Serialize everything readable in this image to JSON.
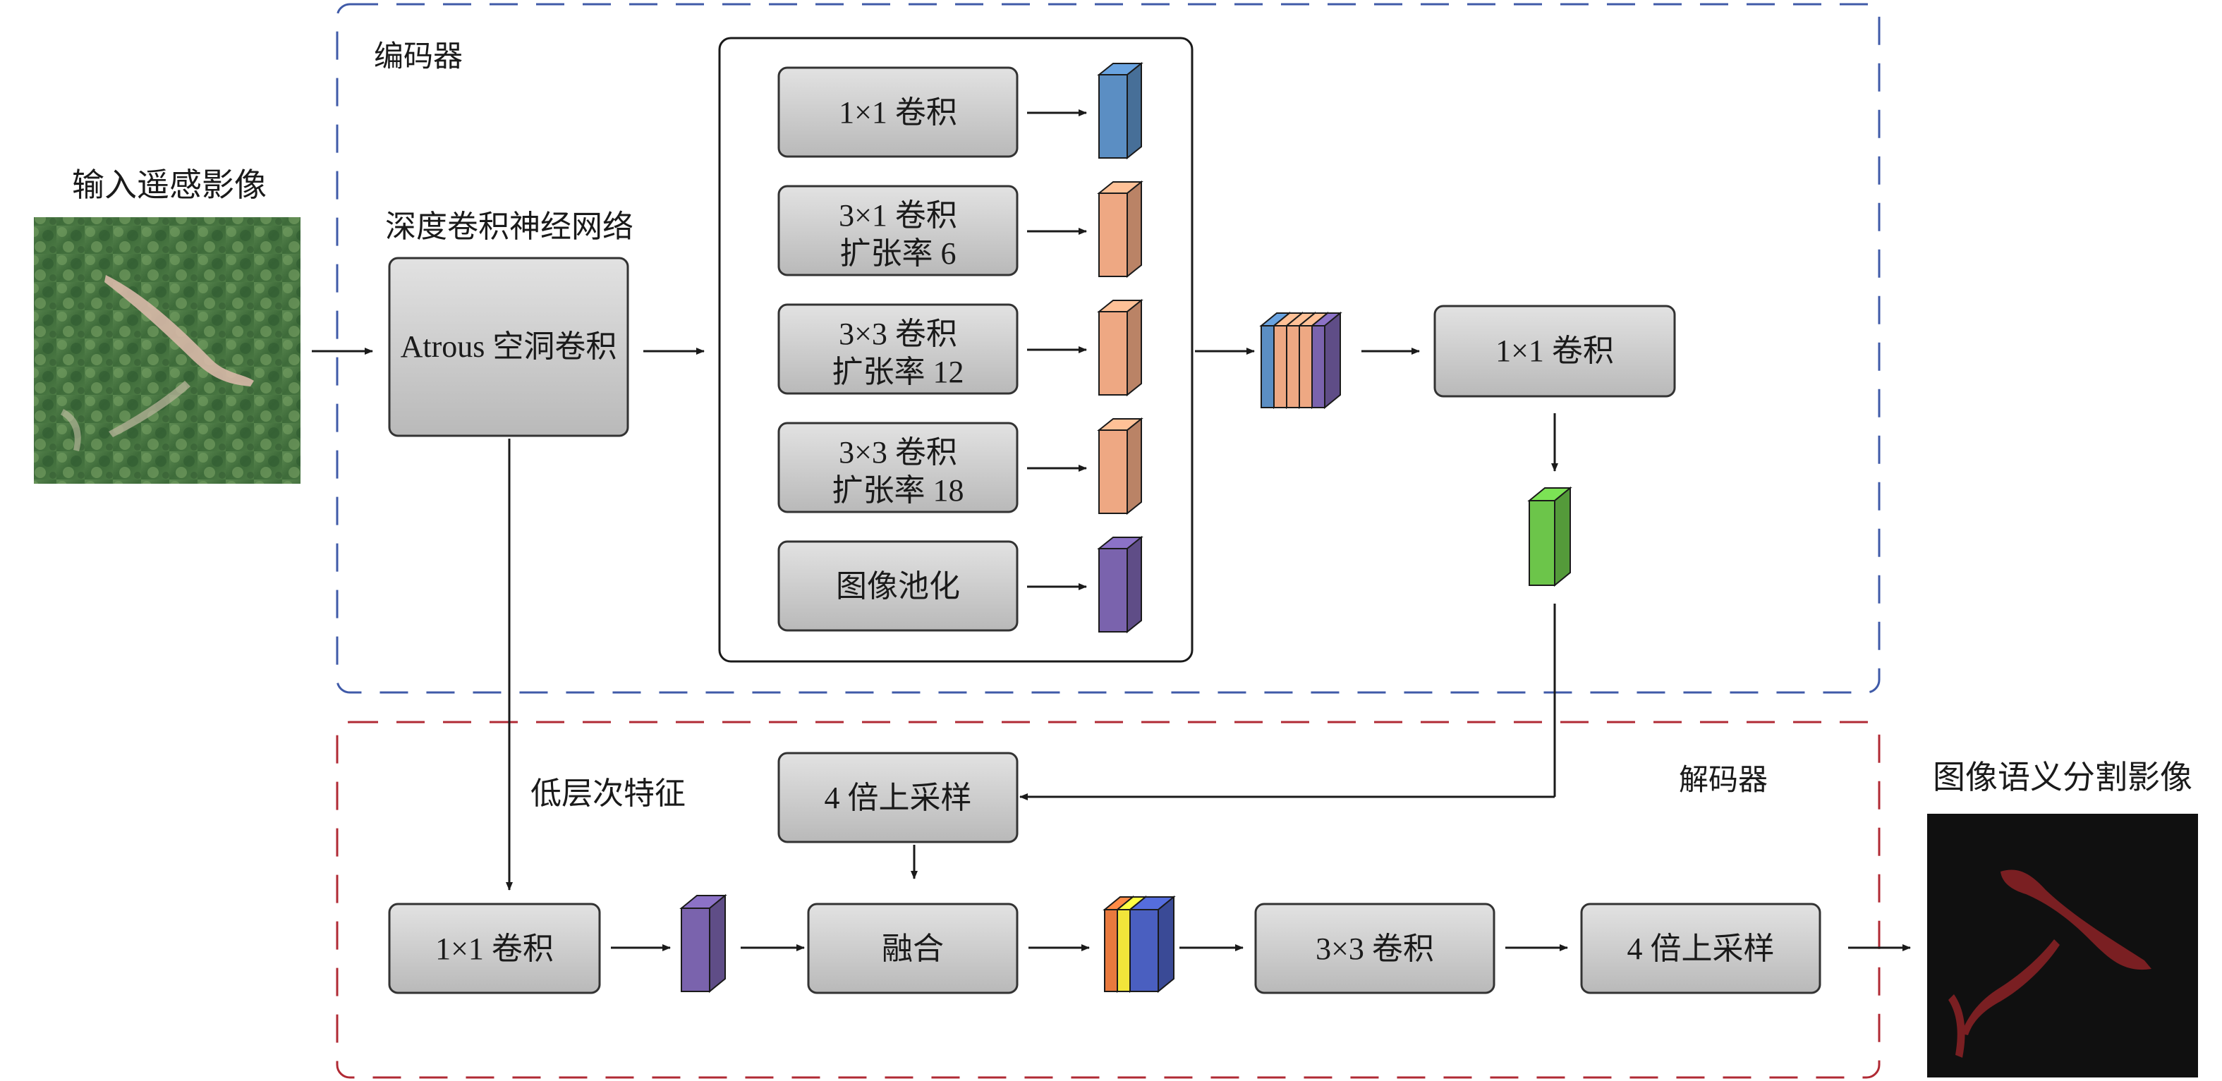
{
  "encoder": {
    "title": "编码器",
    "title_color": "#3f5aa8",
    "dnn_label": "深度卷积神经网络",
    "atrous_label": "Atrous 空洞卷积",
    "branches": [
      {
        "line1": "1×1 卷积",
        "line2": "",
        "color": "#5b8ec3"
      },
      {
        "line1": "3×1 卷积",
        "line2": "扩张率 6",
        "color": "#eea883"
      },
      {
        "line1": "3×3 卷积",
        "line2": "扩张率 12",
        "color": "#eea883"
      },
      {
        "line1": "3×3 卷积",
        "line2": "扩张率 18",
        "color": "#eea883"
      },
      {
        "line1": "图像池化",
        "line2": "",
        "color": "#7a63ad"
      }
    ],
    "conv1x1_label": "1×1 卷积",
    "output_feature_color": "#6cc54a"
  },
  "decoder": {
    "title": "解码器",
    "title_color": "#b02a34",
    "upsample_top_label": "4 倍上采样",
    "low_level_label": "低层次特征",
    "conv1x1_label": "1×1 卷积",
    "fuse_label": "融合",
    "conv3x3_label": "3×3 卷积",
    "upsample_bottom_label": "4 倍上采样",
    "low_feature_color": "#7a63ad",
    "concat_colors": [
      "#e8793e",
      "#f2e53a",
      "#4a5fc0"
    ]
  },
  "input": {
    "label": "输入遥感影像"
  },
  "output": {
    "label": "图像语义分割影像"
  }
}
